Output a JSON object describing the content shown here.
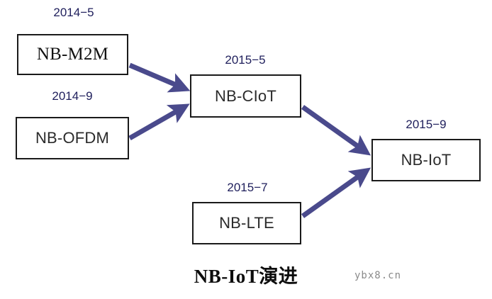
{
  "diagram": {
    "title": "NB-IoT演进",
    "watermark": "ybx8.cn",
    "background_color": "#ffffff",
    "box_border_color": "#1a1a1a",
    "date_color": "#1f1f5c",
    "arrow_color": "#4a4a8c",
    "nodes": [
      {
        "id": "nb-m2m",
        "label": "NB-M2M",
        "date": "2014−5"
      },
      {
        "id": "nb-ofdm",
        "label": "NB-OFDM",
        "date": "2014−9"
      },
      {
        "id": "nb-ciot",
        "label": "NB-CIoT",
        "date": "2015−5"
      },
      {
        "id": "nb-lte",
        "label": "NB-LTE",
        "date": "2015−7"
      },
      {
        "id": "nb-iot",
        "label": "NB-IoT",
        "date": "2015−9"
      }
    ],
    "edges": [
      {
        "from": "NB-M2M",
        "to": "NB-CIoT"
      },
      {
        "from": "NB-OFDM",
        "to": "NB-CIoT"
      },
      {
        "from": "NB-CIoT",
        "to": "NB-IoT"
      },
      {
        "from": "NB-LTE",
        "to": "NB-IoT"
      }
    ]
  }
}
